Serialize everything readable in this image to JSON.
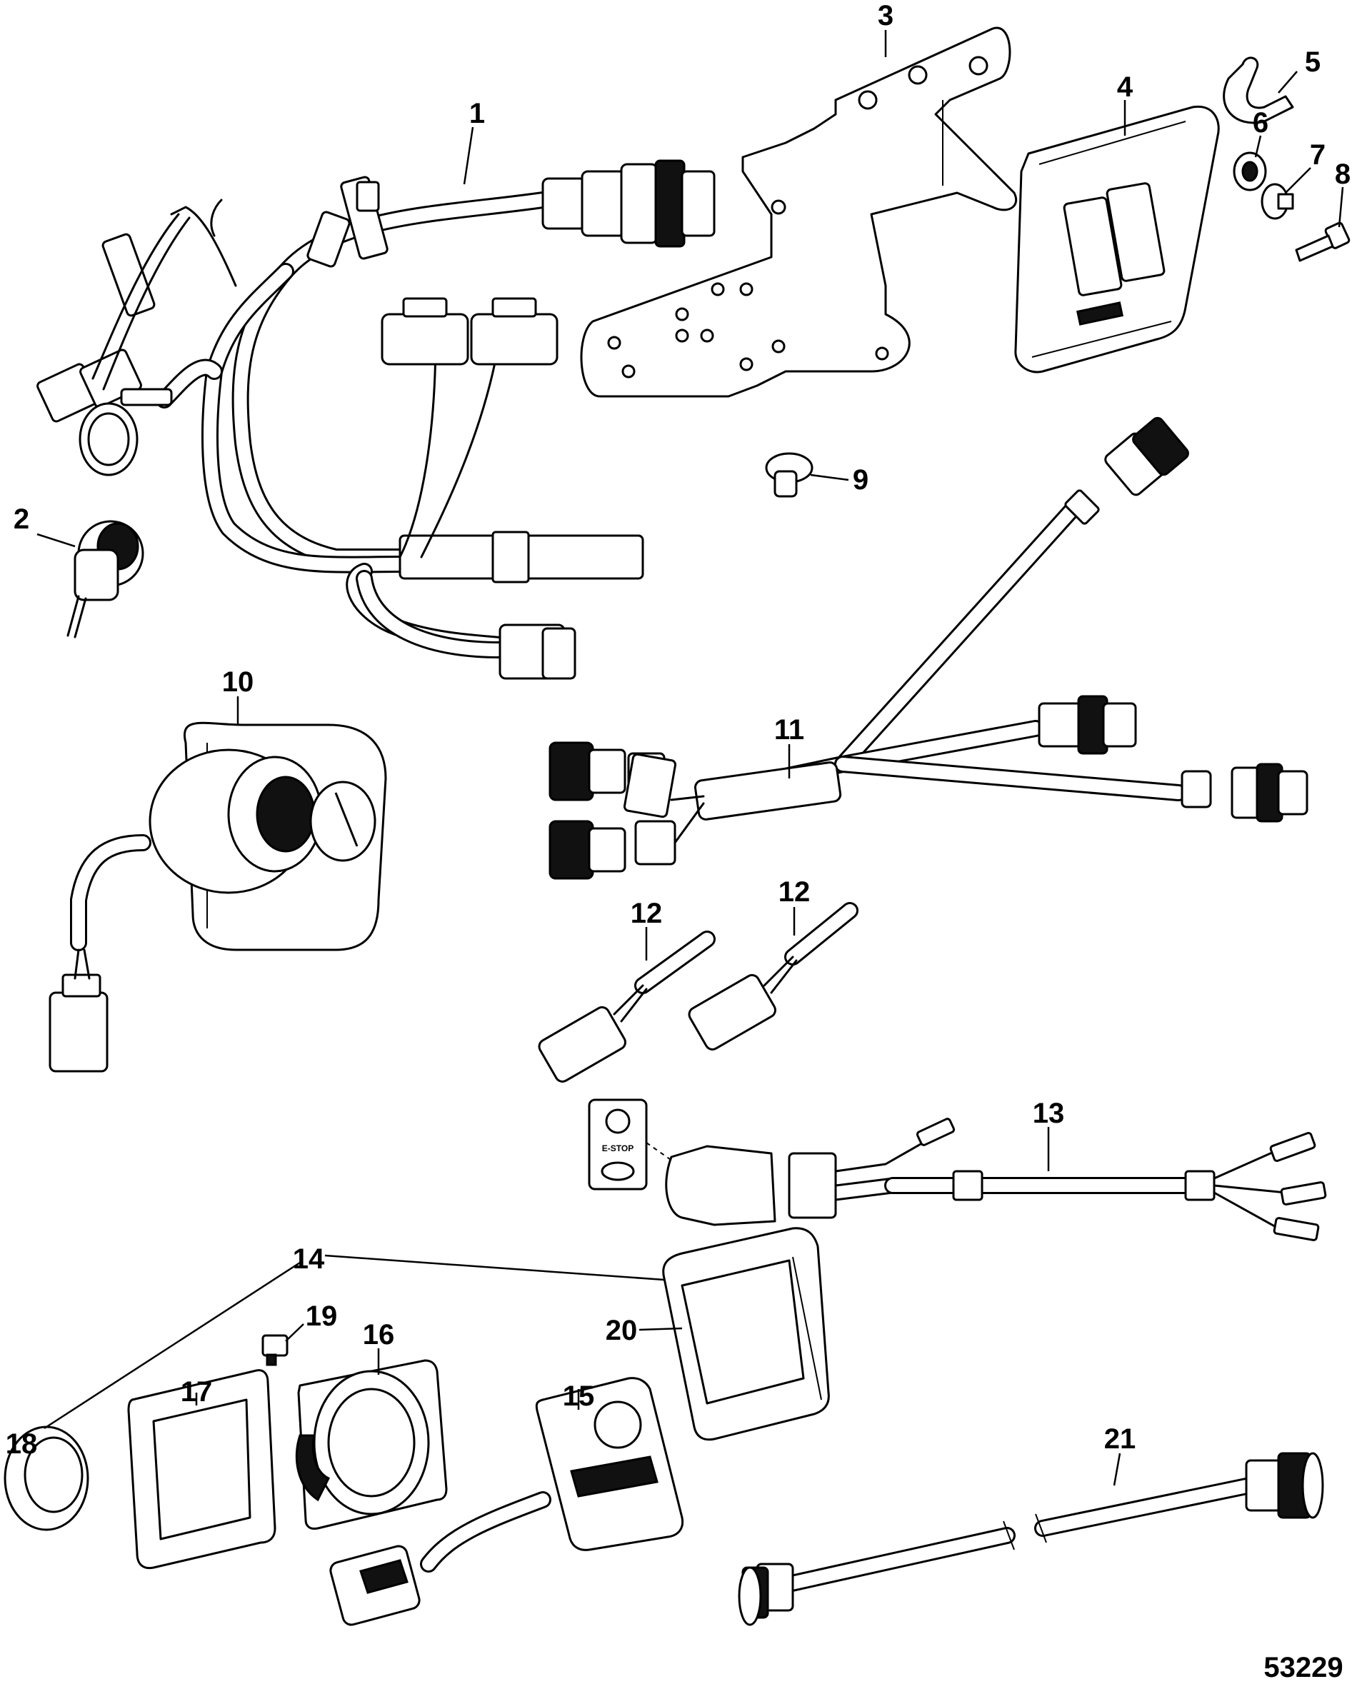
{
  "figure_number": "53229",
  "callouts": [
    {
      "id": "c1",
      "label": "1"
    },
    {
      "id": "c2",
      "label": "2"
    },
    {
      "id": "c3",
      "label": "3"
    },
    {
      "id": "c4",
      "label": "4"
    },
    {
      "id": "c5",
      "label": "5"
    },
    {
      "id": "c6",
      "label": "6"
    },
    {
      "id": "c7",
      "label": "7"
    },
    {
      "id": "c8",
      "label": "8"
    },
    {
      "id": "c9",
      "label": "9"
    },
    {
      "id": "c10",
      "label": "10"
    },
    {
      "id": "c11",
      "label": "11"
    },
    {
      "id": "c12a",
      "label": "12"
    },
    {
      "id": "c12b",
      "label": "12"
    },
    {
      "id": "c13",
      "label": "13"
    },
    {
      "id": "c14",
      "label": "14"
    },
    {
      "id": "c15",
      "label": "15"
    },
    {
      "id": "c16",
      "label": "16"
    },
    {
      "id": "c17",
      "label": "17"
    },
    {
      "id": "c18",
      "label": "18"
    },
    {
      "id": "c19",
      "label": "19"
    },
    {
      "id": "c20",
      "label": "20"
    },
    {
      "id": "c21",
      "label": "21"
    }
  ],
  "switch_labels": {
    "e_stop": "E-STOP"
  }
}
